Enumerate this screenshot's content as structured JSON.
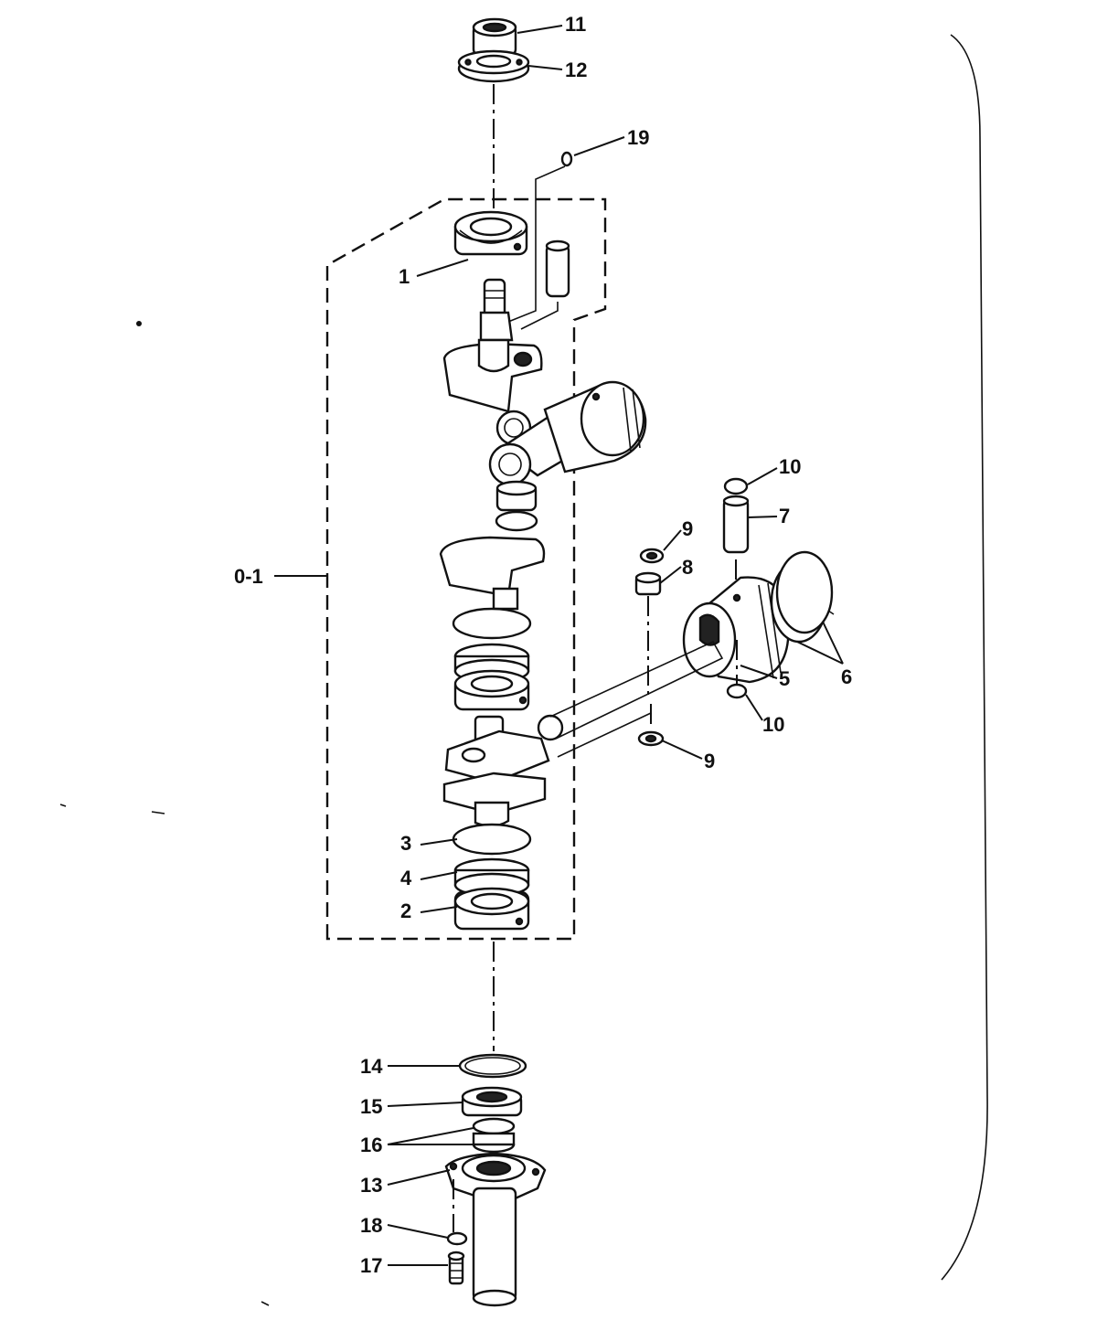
{
  "labels": {
    "l1": "1",
    "l2": "2",
    "l3": "3",
    "l4": "4",
    "l5": "5",
    "l6": "6",
    "l7": "7",
    "l8": "8",
    "l9a": "9",
    "l9b": "9",
    "l10a": "10",
    "l10b": "10",
    "l11": "11",
    "l12": "12",
    "l13": "13",
    "l14": "14",
    "l15": "15",
    "l16": "16",
    "l17": "17",
    "l18": "18",
    "l19": "19",
    "l01": "0-1"
  }
}
